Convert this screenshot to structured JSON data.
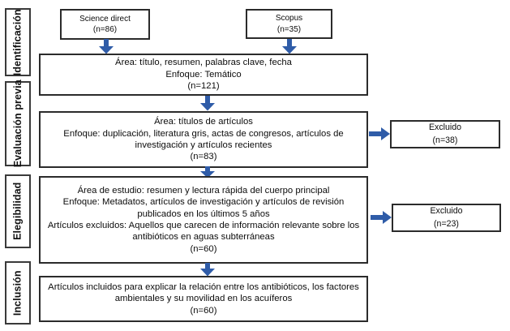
{
  "diagram": {
    "title": "PRISMA flow diagram",
    "accent_color": "#2f5ca8",
    "border_color": "#2b2b2b",
    "background": "#ffffff"
  },
  "stages": [
    {
      "id": "identificacion",
      "label": "Identificación"
    },
    {
      "id": "evaluacion-previa",
      "label": "Evaluación previa"
    },
    {
      "id": "elegibilidad",
      "label": "Elegibilidad"
    },
    {
      "id": "inclusion",
      "label": "Inclusión"
    }
  ],
  "sources": [
    {
      "id": "science-direct",
      "name": "Science direct",
      "count": "(n=86)"
    },
    {
      "id": "scopus",
      "name": "Scopus",
      "count": "(n=35)"
    }
  ],
  "steps": [
    {
      "id": "screening-identificacion",
      "lines": [
        "Área: título, resumen, palabras clave, fecha",
        "Enfoque: Temático"
      ],
      "count": "(n=121)"
    },
    {
      "id": "screening-evaluacion-previa",
      "lines": [
        "Área: títulos de artículos",
        "Enfoque: duplicación, literatura gris, actas de congresos, artículos de",
        "investigación y artículos recientes"
      ],
      "count": "(n=83)"
    },
    {
      "id": "screening-elegibilidad",
      "lines": [
        "Área de estudio: resumen y lectura rápida del cuerpo principal",
        "Enfoque: Metadatos, artículos de investigación y artículos de revisión",
        "publicados en los últimos 5 años",
        "Artículos excluidos: Aquellos que carecen de información relevante sobre los",
        "antibióticos en aguas subterráneas"
      ],
      "count": "(n=60)"
    },
    {
      "id": "screening-inclusion",
      "lines": [
        "Artículos incluidos para explicar la relación entre los antibióticos, los factores",
        "ambientales y su movilidad  en los acuíferos"
      ],
      "count": "(n=60)"
    }
  ],
  "excluded": [
    {
      "id": "excluded-evaluacion-previa",
      "label": "Excluido",
      "count": "(n=38)"
    },
    {
      "id": "excluded-elegibilidad",
      "label": "Excluido",
      "count": "(n=23)"
    }
  ]
}
